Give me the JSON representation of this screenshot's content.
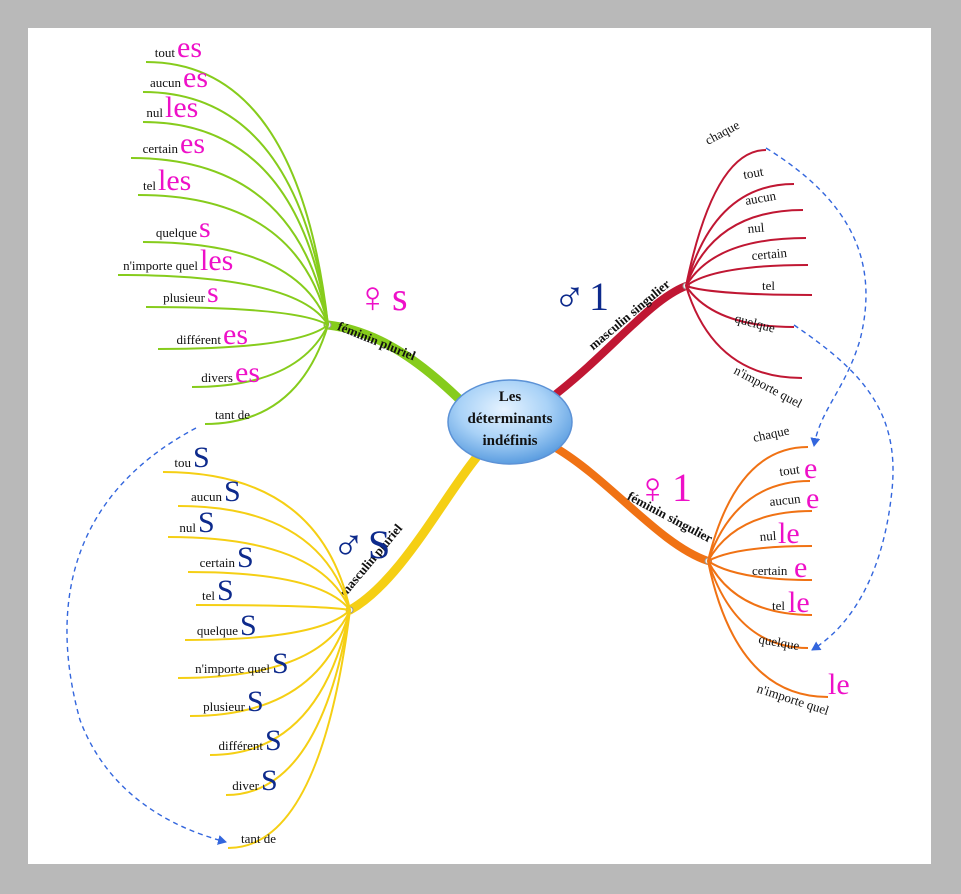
{
  "center": {
    "lines": [
      "Les",
      "déterminants",
      "indéfinis"
    ]
  },
  "colors": {
    "fem_plural": "#86cc1c",
    "masc_singular": "#c01733",
    "fem_singular": "#f07214",
    "masc_plural": "#f5cf14",
    "suffix_pink": "#ee10c8",
    "suffix_blue": "#0d2a8c",
    "arrow": "#3366dd"
  },
  "branches": {
    "fem_plural": {
      "label": "féminin pluriel",
      "symbol": "♀",
      "symbol_letter": "s",
      "items": [
        {
          "word": "tout",
          "suffix": "es"
        },
        {
          "word": "aucun",
          "suffix": "es"
        },
        {
          "word": "nul",
          "suffix": "les"
        },
        {
          "word": "certain",
          "suffix": "es"
        },
        {
          "word": "tel",
          "suffix": "les"
        },
        {
          "word": "quelque",
          "suffix": "s"
        },
        {
          "word": "n'importe quel",
          "suffix": "les"
        },
        {
          "word": "plusieur",
          "suffix": "s"
        },
        {
          "word": "différent",
          "suffix": "es"
        },
        {
          "word": "divers",
          "suffix": "es"
        },
        {
          "word": "tant de",
          "suffix": ""
        }
      ]
    },
    "masc_singular": {
      "label": "masculin singulier",
      "symbol": "♂",
      "symbol_letter": "1",
      "items": [
        "chaque",
        "tout",
        "aucun",
        "nul",
        "certain",
        "tel",
        "quelque",
        "n'importe quel"
      ]
    },
    "fem_singular": {
      "label": "féminin singulier",
      "symbol": "♀",
      "symbol_letter": "1",
      "items": [
        {
          "word": "chaque",
          "suffix": ""
        },
        {
          "word": "tout",
          "suffix": "e"
        },
        {
          "word": "aucun",
          "suffix": "e"
        },
        {
          "word": "nul",
          "suffix": "le"
        },
        {
          "word": "certain",
          "suffix": "e"
        },
        {
          "word": "tel",
          "suffix": "le"
        },
        {
          "word": "quelque",
          "suffix": ""
        },
        {
          "word": "n'importe quel",
          "suffix": "le"
        }
      ]
    },
    "masc_plural": {
      "label": "masculin pluriel",
      "symbol": "♂",
      "symbol_letter": "S",
      "items": [
        {
          "word": "tou",
          "suffix": "S"
        },
        {
          "word": "aucun",
          "suffix": "S"
        },
        {
          "word": "nul",
          "suffix": "S"
        },
        {
          "word": "certain",
          "suffix": "S"
        },
        {
          "word": "tel",
          "suffix": "S"
        },
        {
          "word": "quelque",
          "suffix": "S"
        },
        {
          "word": "n'importe quel",
          "suffix": "S"
        },
        {
          "word": "plusieur",
          "suffix": "S"
        },
        {
          "word": "différent",
          "suffix": "S"
        },
        {
          "word": "diver",
          "suffix": "S"
        },
        {
          "word": "tant de",
          "suffix": ""
        }
      ]
    }
  }
}
